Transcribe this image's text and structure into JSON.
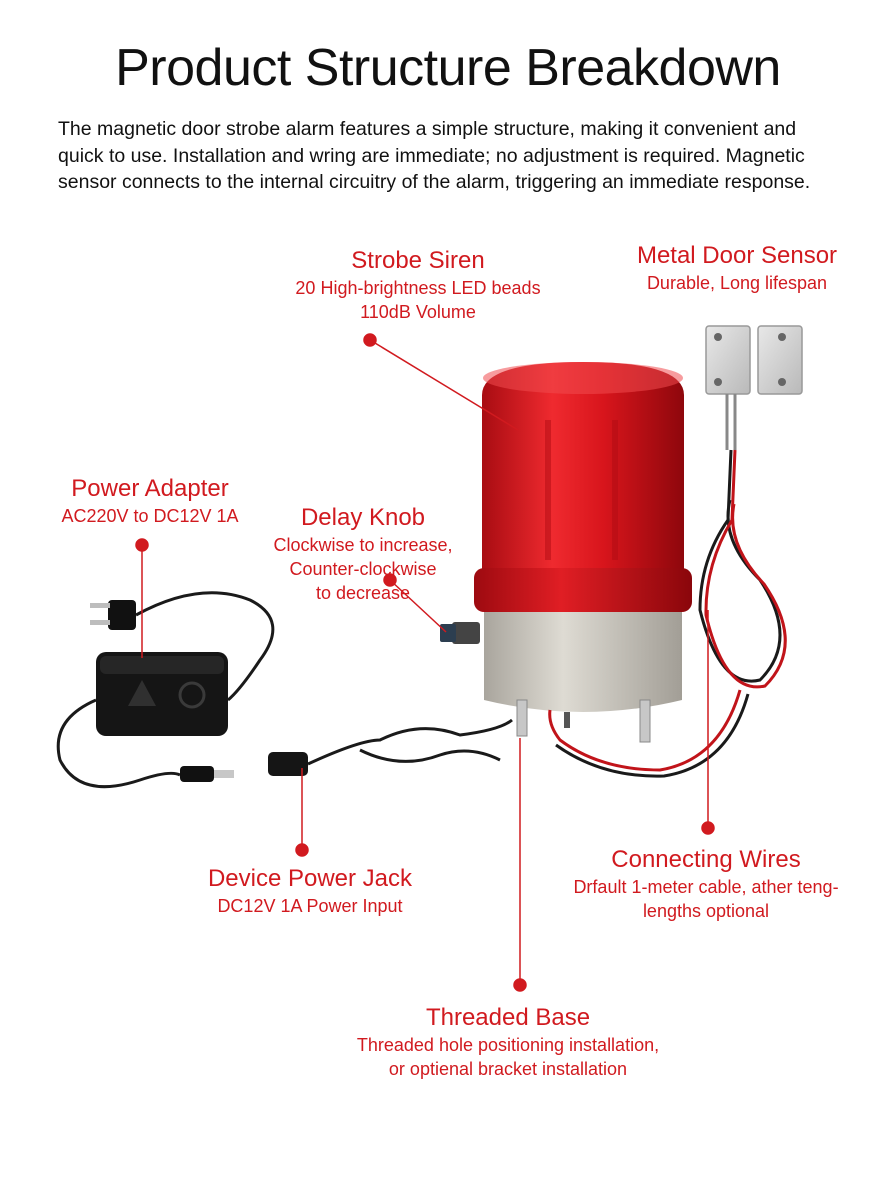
{
  "title": "Product Structure Breakdown",
  "intro": [
    "The magnetic door strobe alarm features a simple structure, making it convenient and",
    "quick to use.  Installation and wring are immediate; no adjustment is required.  Magnetic",
    "sensor connects to the internal circuitry of the alarm, triggering an immediate response."
  ],
  "callouts": {
    "strobe_siren": {
      "heading": "Strobe Siren",
      "lines": [
        "20 High-brightness LED beads",
        "110dB Volume"
      ]
    },
    "door_sensor": {
      "heading": "Metal Door Sensor",
      "lines": [
        "Durable, Long lifespan"
      ]
    },
    "power_adapter": {
      "heading": "Power Adapter",
      "lines": [
        "AC220V to DC12V 1A"
      ]
    },
    "delay_knob": {
      "heading": "Delay Knob",
      "lines": [
        "Clockwise to increase,",
        "Counter-clockwise",
        "to decrease"
      ]
    },
    "power_jack": {
      "heading": "Device Power  Jack",
      "lines": [
        "DC12V 1A Power Input"
      ]
    },
    "connecting_wires": {
      "heading": "Connecting Wires",
      "lines": [
        "Drfault 1-meter cable, ather teng-",
        "lengths optional"
      ]
    },
    "threaded_base": {
      "heading": "Threaded Base",
      "lines": [
        "Threaded hole positioning installation,",
        "or optienal bracket installation"
      ]
    }
  },
  "colors": {
    "accent": "#d11a1f",
    "siren_red": "#d8151c",
    "base_gray": "#cfccc4"
  }
}
